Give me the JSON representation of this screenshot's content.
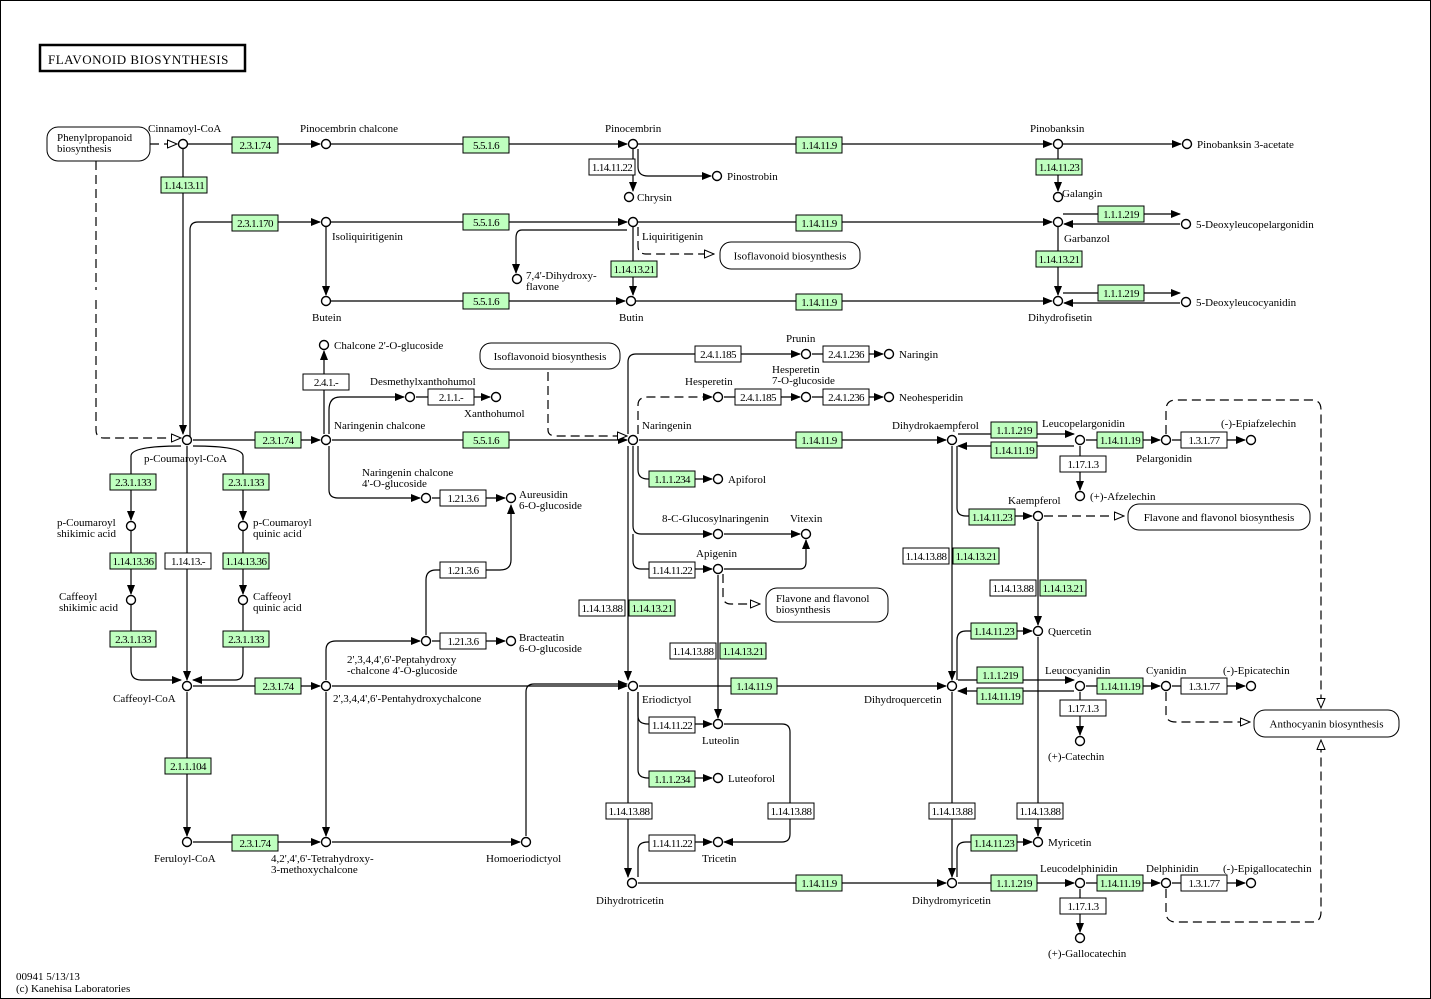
{
  "title": "FLAVONOID BIOSYNTHESIS",
  "footer": {
    "id_date": "00941 5/13/13",
    "copyright": "(c) Kanehisa Laboratories"
  },
  "colors": {
    "enzyme_present": "#bfffbf",
    "enzyme_absent": "#ffffff",
    "line": "#000000"
  },
  "maps": {
    "phenylpropanoid": [
      "Phenylpropanoid",
      "biosynthesis"
    ],
    "isoflavonoid_1": [
      "Isoflavonoid biosynthesis"
    ],
    "isoflavonoid_2": [
      "Isoflavonoid biosynthesis"
    ],
    "flavone_1": [
      "Flavone and flavonol biosynthesis"
    ],
    "flavone_2": [
      "Flavone and flavonol",
      "biosynthesis"
    ],
    "anthocyanin": [
      "Anthocyanin biosynthesis"
    ]
  },
  "compounds": {
    "cinnamoyl_coa": [
      "Cinnamoyl-CoA"
    ],
    "pinocembrin_chalcone": [
      "Pinocembrin chalcone"
    ],
    "pinocembrin": [
      "Pinocembrin"
    ],
    "pinostrobin": [
      "Pinostrobin"
    ],
    "chrysin": [
      "Chrysin"
    ],
    "pinobanksin": [
      "Pinobanksin"
    ],
    "pinobanksin_3_acetate": [
      "Pinobanksin 3-acetate"
    ],
    "galangin": [
      "Galangin"
    ],
    "isoliquiritigenin": [
      "Isoliquiritigenin"
    ],
    "liquiritigenin": [
      "Liquiritigenin"
    ],
    "dihydroxyflavone": [
      "7,4'-Dihydroxy-",
      "flavone"
    ],
    "garbanzol": [
      "Garbanzol"
    ],
    "deoxyleucopelargonidin": [
      "5-Deoxyleucopelargonidin"
    ],
    "butein": [
      "Butein"
    ],
    "butin": [
      "Butin"
    ],
    "dihydrofisetin": [
      "Dihydrofisetin"
    ],
    "deoxyleucocyanidin": [
      "5-Deoxyleucocyanidin"
    ],
    "chalcone_glucoside": [
      "Chalcone 2'-O-glucoside"
    ],
    "desmethylxanthohumol": [
      "Desmethylxanthohumol"
    ],
    "xanthohumol": [
      "Xanthohumol"
    ],
    "naringenin_chalcone": [
      "Naringenin chalcone"
    ],
    "nc_glucoside": [
      "Naringenin chalcone",
      "4'-O-glucoside"
    ],
    "aureusidin": [
      "Aureusidin",
      "6-O-glucoside"
    ],
    "p_coumaroyl_coa": [
      "p-Coumaroyl-CoA"
    ],
    "pc_shikimic": [
      "p-Coumaroyl",
      "shikimic acid"
    ],
    "pc_quinic": [
      "p-Coumaroyl",
      "quinic acid"
    ],
    "caf_shikimic": [
      "Caffeoyl",
      "shikimic acid"
    ],
    "caf_quinic": [
      "Caffeoyl",
      "quinic acid"
    ],
    "caffeoyl_coa": [
      "Caffeoyl-CoA"
    ],
    "feruloyl_coa": [
      "Feruloyl-CoA"
    ],
    "peptahydroxy": [
      "2',3,4,4',6'-Peptahydroxy",
      "-chalcone 4'-O-glucoside"
    ],
    "bracteatin": [
      "Bracteatin",
      "6-O-glucoside"
    ],
    "pentahydroxychalcone": [
      "2',3,4,4',6'-Pentahydroxychalcone"
    ],
    "tetrahydroxy": [
      "4,2',4',6'-Tetrahydroxy-",
      "3-methoxychalcone"
    ],
    "homoeriodictyol": [
      "Homoeriodictyol"
    ],
    "prunin": [
      "Prunin"
    ],
    "naringin": [
      "Naringin"
    ],
    "hesperetin": [
      "Hesperetin"
    ],
    "hesperetin_glucoside": [
      "Hesperetin",
      "7-O-glucoside"
    ],
    "neohesperidin": [
      "Neohesperidin"
    ],
    "naringenin": [
      "Naringenin"
    ],
    "apiforol": [
      "Apiforol"
    ],
    "glucosylnaringenin": [
      "8-C-Glucosylnaringenin"
    ],
    "vitexin": [
      "Vitexin"
    ],
    "apigenin": [
      "Apigenin"
    ],
    "eriodictyol": [
      "Eriodictyol"
    ],
    "luteolin": [
      "Luteolin"
    ],
    "luteoforol": [
      "Luteoforol"
    ],
    "tricetin": [
      "Tricetin"
    ],
    "dihydrotricetin": [
      "Dihydrotricetin"
    ],
    "dihydrokaempferol": [
      "Dihydrokaempferol"
    ],
    "leucopelargonidin": [
      "Leucopelargonidin"
    ],
    "pelargonidin": [
      "Pelargonidin"
    ],
    "epiafzelechin": [
      "(-)-Epiafzelechin"
    ],
    "afzelechin": [
      "(+)-Afzelechin"
    ],
    "kaempferol": [
      "Kaempferol"
    ],
    "quercetin": [
      "Quercetin"
    ],
    "dihydroquercetin": [
      "Dihydroquercetin"
    ],
    "leucocyanidin": [
      "Leucocyanidin"
    ],
    "cyanidin": [
      "Cyanidin"
    ],
    "epicatechin": [
      "(-)-Epicatechin"
    ],
    "catechin": [
      "(+)-Catechin"
    ],
    "myricetin": [
      "Myricetin"
    ],
    "dihydromyricetin": [
      "Dihydromyricetin"
    ],
    "leucodelphinidin": [
      "Leucodelphinidin"
    ],
    "delphinidin": [
      "Delphinidin"
    ],
    "epigallocatechin": [
      "(-)-Epigallocatechin"
    ],
    "gallocatechin": [
      "(+)-Gallocatechin"
    ]
  },
  "enzymes": [
    {
      "id": "e1",
      "ec": "2.3.1.74",
      "present": true
    },
    {
      "id": "e2",
      "ec": "1.14.13.11",
      "present": true
    },
    {
      "id": "e3",
      "ec": "5.5.1.6",
      "present": true
    },
    {
      "id": "e4",
      "ec": "1.14.11.22",
      "present": false
    },
    {
      "id": "e5",
      "ec": "1.14.11.9",
      "present": true
    },
    {
      "id": "e6",
      "ec": "1.14.11.23",
      "present": true
    },
    {
      "id": "e7",
      "ec": "2.3.1.170",
      "present": true
    },
    {
      "id": "e8",
      "ec": "5.5.1.6",
      "present": true
    },
    {
      "id": "e9",
      "ec": "1.14.11.9",
      "present": true
    },
    {
      "id": "e10",
      "ec": "1.1.1.219",
      "present": true
    },
    {
      "id": "e11",
      "ec": "1.14.13.21",
      "present": true
    },
    {
      "id": "e12",
      "ec": "1.14.13.21",
      "present": true
    },
    {
      "id": "e13",
      "ec": "5.5.1.6",
      "present": true
    },
    {
      "id": "e14",
      "ec": "1.14.11.9",
      "present": true
    },
    {
      "id": "e15",
      "ec": "1.1.1.219",
      "present": true
    },
    {
      "id": "e16",
      "ec": "2.4.1.-",
      "present": false
    },
    {
      "id": "e17",
      "ec": "2.1.1.-",
      "present": false
    },
    {
      "id": "e18",
      "ec": "2.3.1.74",
      "present": true
    },
    {
      "id": "e19",
      "ec": "5.5.1.6",
      "present": true
    },
    {
      "id": "e20",
      "ec": "2.4.1.185",
      "present": false
    },
    {
      "id": "e21",
      "ec": "2.4.1.236",
      "present": false
    },
    {
      "id": "e22",
      "ec": "2.4.1.185",
      "present": false
    },
    {
      "id": "e23",
      "ec": "2.4.1.236",
      "present": false
    },
    {
      "id": "e24",
      "ec": "1.14.11.9",
      "present": true
    },
    {
      "id": "e25",
      "ec": "1.1.1.219",
      "present": true
    },
    {
      "id": "e26",
      "ec": "1.14.11.19",
      "present": true
    },
    {
      "id": "e27",
      "ec": "1.14.11.19",
      "present": true
    },
    {
      "id": "e28",
      "ec": "1.3.1.77",
      "present": false
    },
    {
      "id": "e29",
      "ec": "1.17.1.3",
      "present": false
    },
    {
      "id": "e30",
      "ec": "2.3.1.133",
      "present": true
    },
    {
      "id": "e31",
      "ec": "2.3.1.133",
      "present": true
    },
    {
      "id": "e32",
      "ec": "1.21.3.6",
      "present": false
    },
    {
      "id": "e33",
      "ec": "1.1.1.234",
      "present": true
    },
    {
      "id": "e34",
      "ec": "1.14.11.23",
      "present": true
    },
    {
      "id": "e35",
      "ec": "1.14.13.36",
      "present": true
    },
    {
      "id": "e36",
      "ec": "1.14.13.-",
      "present": false
    },
    {
      "id": "e37",
      "ec": "1.14.13.36",
      "present": true
    },
    {
      "id": "e38",
      "ec": "1.14.13.88",
      "present": false
    },
    {
      "id": "e39",
      "ec": "1.14.13.21",
      "present": true
    },
    {
      "id": "e40",
      "ec": "1.21.3.6",
      "present": false
    },
    {
      "id": "e41",
      "ec": "1.14.11.22",
      "present": false
    },
    {
      "id": "e42",
      "ec": "1.14.13.88",
      "present": false
    },
    {
      "id": "e43",
      "ec": "1.14.13.21",
      "present": true
    },
    {
      "id": "e44",
      "ec": "1.14.13.88",
      "present": false
    },
    {
      "id": "e45",
      "ec": "1.14.13.21",
      "present": true
    },
    {
      "id": "e46",
      "ec": "1.14.13.88",
      "present": false
    },
    {
      "id": "e47",
      "ec": "1.14.13.21",
      "present": true
    },
    {
      "id": "e48",
      "ec": "2.3.1.133",
      "present": true
    },
    {
      "id": "e49",
      "ec": "2.3.1.133",
      "present": true
    },
    {
      "id": "e50",
      "ec": "1.21.3.6",
      "present": false
    },
    {
      "id": "e51",
      "ec": "1.14.11.23",
      "present": true
    },
    {
      "id": "e52",
      "ec": "2.3.1.74",
      "present": true
    },
    {
      "id": "e53",
      "ec": "1.14.11.9",
      "present": true
    },
    {
      "id": "e54",
      "ec": "1.14.11.22",
      "present": false
    },
    {
      "id": "e55",
      "ec": "1.1.1.219",
      "present": true
    },
    {
      "id": "e56",
      "ec": "1.14.11.19",
      "present": true
    },
    {
      "id": "e57",
      "ec": "1.14.11.19",
      "present": true
    },
    {
      "id": "e58",
      "ec": "1.3.1.77",
      "present": false
    },
    {
      "id": "e59",
      "ec": "1.17.1.3",
      "present": false
    },
    {
      "id": "e60",
      "ec": "2.1.1.104",
      "present": true
    },
    {
      "id": "e61",
      "ec": "1.1.1.234",
      "present": true
    },
    {
      "id": "e62",
      "ec": "1.14.13.88",
      "present": false
    },
    {
      "id": "e63",
      "ec": "1.14.13.88",
      "present": false
    },
    {
      "id": "e64",
      "ec": "1.14.13.88",
      "present": false
    },
    {
      "id": "e65",
      "ec": "1.14.13.88",
      "present": false
    },
    {
      "id": "e66",
      "ec": "1.14.11.23",
      "present": true
    },
    {
      "id": "e67",
      "ec": "2.3.1.74",
      "present": true
    },
    {
      "id": "e68",
      "ec": "1.14.11.22",
      "present": false
    },
    {
      "id": "e69",
      "ec": "1.14.11.9",
      "present": true
    },
    {
      "id": "e70",
      "ec": "1.1.1.219",
      "present": true
    },
    {
      "id": "e71",
      "ec": "1.14.11.19",
      "present": true
    },
    {
      "id": "e72",
      "ec": "1.3.1.77",
      "present": false
    },
    {
      "id": "e73",
      "ec": "1.17.1.3",
      "present": false
    }
  ]
}
